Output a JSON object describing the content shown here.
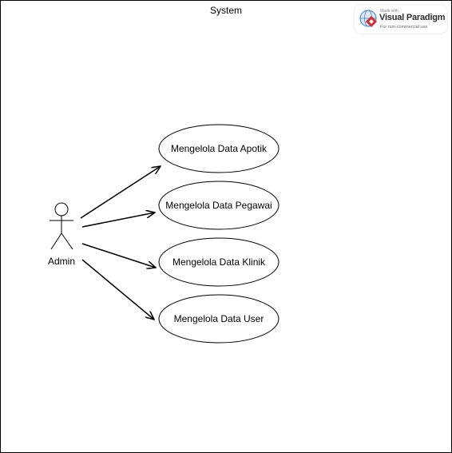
{
  "system": {
    "title": "System"
  },
  "actor": {
    "name": "Admin"
  },
  "use_cases": [
    {
      "label": "Mengelola Data Apotik"
    },
    {
      "label": "Mengelola Data Pegawai"
    },
    {
      "label": "Mengelola Data Klinik"
    },
    {
      "label": "Mengelola Data User"
    }
  ],
  "watermark": {
    "line1": "Made with",
    "brand": "Visual Paradigm",
    "line3": "For non-commercial use",
    "icon": "visual-paradigm-logo"
  },
  "colors": {
    "stroke": "#000000",
    "background": "#ffffff",
    "logo_red": "#c8323c",
    "logo_blue": "#3a78c2"
  }
}
